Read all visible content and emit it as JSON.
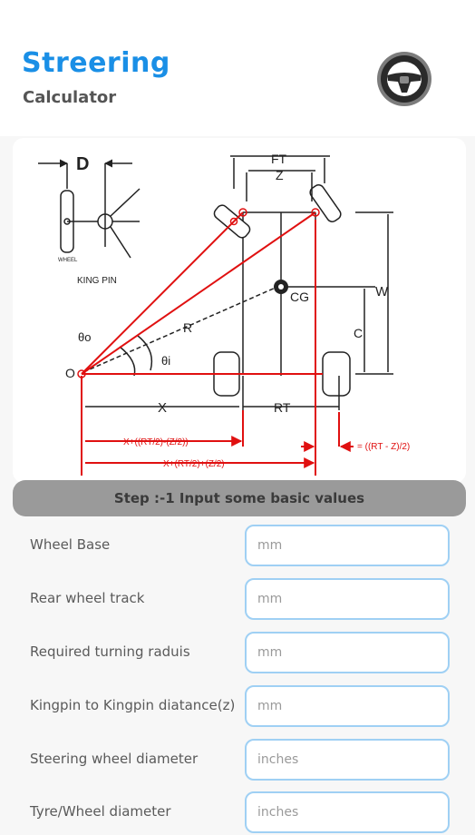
{
  "header": {
    "title": "Streering",
    "subtitle": "Calculator",
    "logo_icon": "steering-wheel-icon"
  },
  "diagram": {
    "labels": {
      "d": "D",
      "wheel": "WHEEL",
      "king_pin": "KING PIN",
      "ft": "FT",
      "z": "Z",
      "cg": "CG",
      "w": "W",
      "c": "C",
      "r": "R",
      "theta_o": "θo",
      "theta_i": "θi",
      "o": "O",
      "x": "X",
      "rt": "RT",
      "formula_1": "X+((RT/2)-(Z/2))",
      "formula_2": "X+(RT/2)+(Z/2)",
      "formula_3": "= ((RT - Z)/2)"
    },
    "red_color": "#e01010"
  },
  "step": {
    "label": "Step :-1 Input some basic values"
  },
  "form": {
    "fields": [
      {
        "label": "Wheel Base",
        "placeholder": "mm"
      },
      {
        "label": "Rear wheel track",
        "placeholder": "mm"
      },
      {
        "label": "Required turning raduis",
        "placeholder": "mm"
      },
      {
        "label": "Kingpin to Kingpin diatance(z)",
        "placeholder": "mm"
      },
      {
        "label": "Steering wheel diameter",
        "placeholder": "inches"
      },
      {
        "label": "Tyre/Wheel diameter",
        "placeholder": "inches"
      }
    ]
  },
  "colors": {
    "accent": "#1a8fe6",
    "input_border": "#9fd0f4",
    "banner": "#9a9a9a"
  }
}
